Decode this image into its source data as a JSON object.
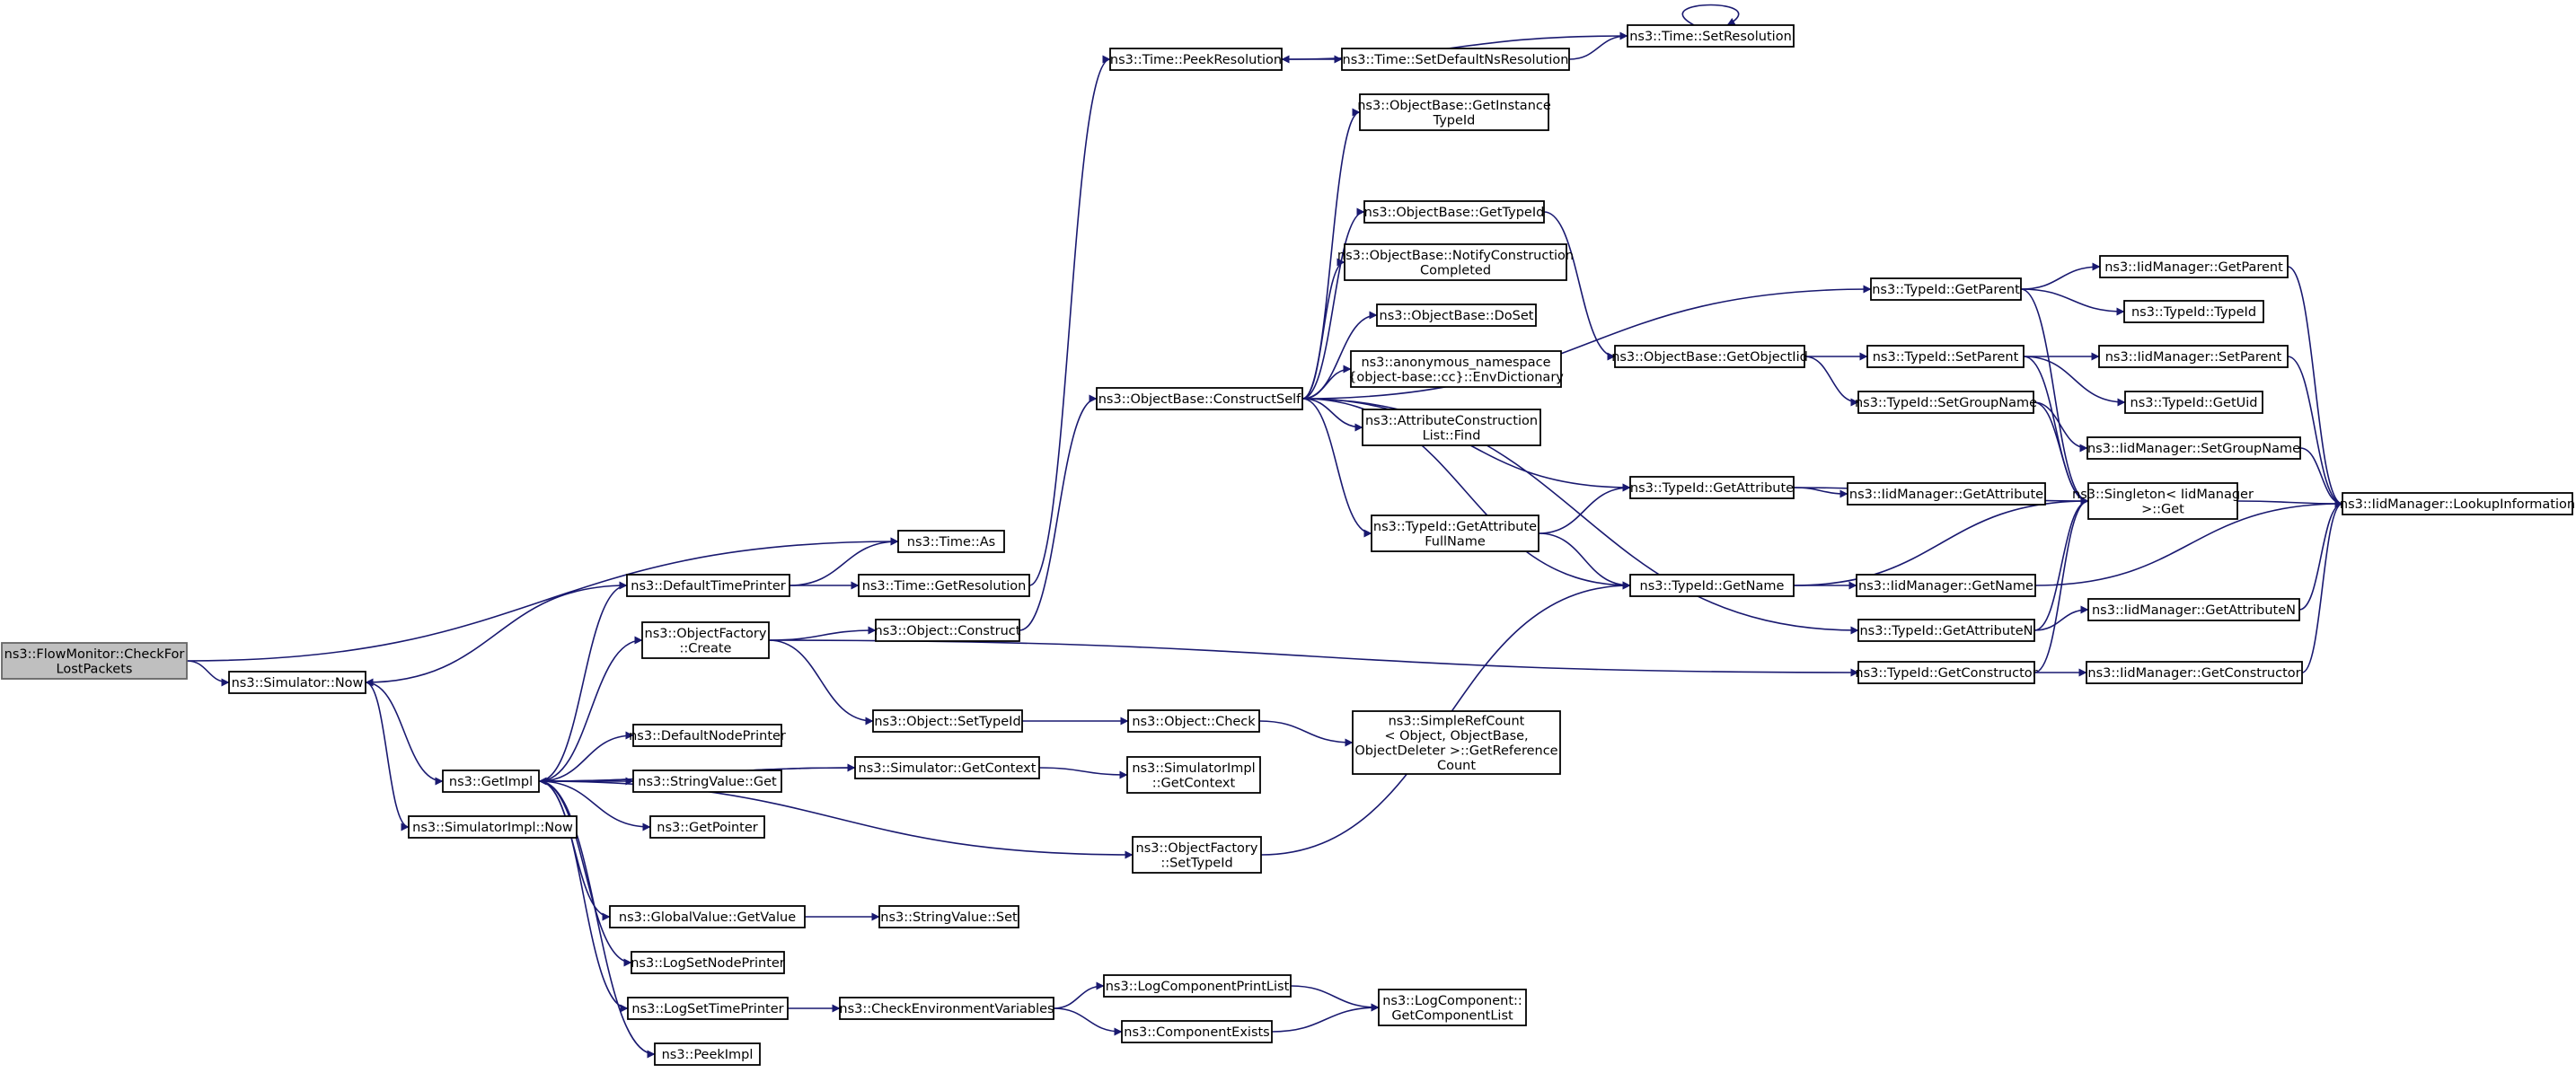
{
  "graph": {
    "nodes": {
      "n0": [
        "ns3::FlowMonitor::CheckFor",
        "LostPackets"
      ],
      "n1": [
        "ns3::Time::As"
      ],
      "n2": [
        "ns3::Simulator::Now"
      ],
      "n3": [
        "ns3::GetImpl"
      ],
      "n4": [
        "ns3::SimulatorImpl::Now"
      ],
      "n5": [
        "ns3::DefaultTimePrinter"
      ],
      "n6": [
        "ns3::Time::GetResolution"
      ],
      "n7": [
        "ns3::Time::PeekResolution"
      ],
      "n8": [
        "ns3::Time::SetDefaultNsResolution"
      ],
      "n9": [
        "ns3::Time::SetResolution"
      ],
      "n10": [
        "ns3::ObjectFactory",
        "::Create"
      ],
      "n11": [
        "ns3::Object::Construct"
      ],
      "n12": [
        "ns3::ObjectBase::ConstructSelf"
      ],
      "n13": [
        "ns3::ObjectBase::GetInstance",
        "TypeId"
      ],
      "n14": [
        "ns3::ObjectBase::GetTypeId"
      ],
      "n15": [
        "ns3::ObjectBase::NotifyConstruction",
        "Completed"
      ],
      "n16": [
        "ns3::ObjectBase::DoSet"
      ],
      "n17": [
        "ns3::anonymous_namespace",
        "{object-base::cc}::EnvDictionary"
      ],
      "n18": [
        "ns3::AttributeConstruction",
        "List::Find"
      ],
      "n19": [
        "ns3::TypeId::GetAttribute",
        "FullName"
      ],
      "n20": [
        "ns3::ObjectBase::GetObjectIid"
      ],
      "n21": [
        "ns3::TypeId::GetParent"
      ],
      "n22": [
        "ns3::TypeId::SetParent"
      ],
      "n23": [
        "ns3::TypeId::SetGroupName"
      ],
      "n24": [
        "ns3::TypeId::GetAttribute"
      ],
      "n25": [
        "ns3::TypeId::GetName"
      ],
      "n26": [
        "ns3::TypeId::GetAttributeN"
      ],
      "n27": [
        "ns3::TypeId::GetConstructor"
      ],
      "n28": [
        "ns3::IidManager::GetParent"
      ],
      "n29": [
        "ns3::TypeId::TypeId"
      ],
      "n30": [
        "ns3::IidManager::SetParent"
      ],
      "n31": [
        "ns3::TypeId::GetUid"
      ],
      "n32": [
        "ns3::IidManager::SetGroupName"
      ],
      "n33": [
        "ns3::Singleton< IidManager",
        ">::Get"
      ],
      "n34": [
        "ns3::IidManager::GetAttribute"
      ],
      "n35": [
        "ns3::IidManager::GetName"
      ],
      "n36": [
        "ns3::IidManager::GetAttributeN"
      ],
      "n37": [
        "ns3::IidManager::GetConstructor"
      ],
      "n38": [
        "ns3::IidManager::LookupInformation"
      ],
      "n39": [
        "ns3::Object::SetTypeId"
      ],
      "n40": [
        "ns3::Object::Check"
      ],
      "n41": [
        "ns3::SimpleRefCount",
        "< Object, ObjectBase,",
        "ObjectDeleter >::GetReference",
        "Count"
      ],
      "n42": [
        "ns3::DefaultNodePrinter"
      ],
      "n43": [
        "ns3::Simulator::GetContext"
      ],
      "n44": [
        "ns3::SimulatorImpl",
        "::GetContext"
      ],
      "n45": [
        "ns3::StringValue::Get"
      ],
      "n46": [
        "ns3::GetPointer"
      ],
      "n47": [
        "ns3::ObjectFactory",
        "::SetTypeId"
      ],
      "n48": [
        "ns3::GlobalValue::GetValue"
      ],
      "n49": [
        "ns3::StringValue::Set"
      ],
      "n50": [
        "ns3::LogSetNodePrinter"
      ],
      "n51": [
        "ns3::LogSetTimePrinter"
      ],
      "n52": [
        "ns3::CheckEnvironmentVariables"
      ],
      "n53": [
        "ns3::LogComponentPrintList"
      ],
      "n54": [
        "ns3::ComponentExists"
      ],
      "n55": [
        "ns3::LogComponent::",
        "GetComponentList"
      ],
      "n56": [
        "ns3::PeekImpl"
      ]
    },
    "edges": [
      [
        "n0",
        "n1"
      ],
      [
        "n0",
        "n2"
      ],
      [
        "n2",
        "n3"
      ],
      [
        "n2",
        "n4"
      ],
      [
        "n3",
        "n5"
      ],
      [
        "n5",
        "n1"
      ],
      [
        "n5",
        "n2"
      ],
      [
        "n5",
        "n6"
      ],
      [
        "n6",
        "n7"
      ],
      [
        "n7",
        "n8"
      ],
      [
        "n8",
        "n9"
      ],
      [
        "n9",
        "n7"
      ],
      [
        "n9",
        "n9"
      ],
      [
        "n3",
        "n10"
      ],
      [
        "n10",
        "n11"
      ],
      [
        "n11",
        "n12"
      ],
      [
        "n12",
        "n13"
      ],
      [
        "n12",
        "n14"
      ],
      [
        "n12",
        "n15"
      ],
      [
        "n12",
        "n16"
      ],
      [
        "n12",
        "n17"
      ],
      [
        "n12",
        "n18"
      ],
      [
        "n12",
        "n19"
      ],
      [
        "n12",
        "n21"
      ],
      [
        "n12",
        "n24"
      ],
      [
        "n12",
        "n25"
      ],
      [
        "n12",
        "n26"
      ],
      [
        "n14",
        "n20"
      ],
      [
        "n20",
        "n22"
      ],
      [
        "n20",
        "n23"
      ],
      [
        "n19",
        "n24"
      ],
      [
        "n19",
        "n25"
      ],
      [
        "n21",
        "n28"
      ],
      [
        "n21",
        "n29"
      ],
      [
        "n21",
        "n33"
      ],
      [
        "n22",
        "n30"
      ],
      [
        "n22",
        "n31"
      ],
      [
        "n22",
        "n33"
      ],
      [
        "n23",
        "n32"
      ],
      [
        "n23",
        "n33"
      ],
      [
        "n24",
        "n33"
      ],
      [
        "n24",
        "n34"
      ],
      [
        "n25",
        "n33"
      ],
      [
        "n25",
        "n35"
      ],
      [
        "n26",
        "n33"
      ],
      [
        "n26",
        "n36"
      ],
      [
        "n27",
        "n33"
      ],
      [
        "n27",
        "n37"
      ],
      [
        "n28",
        "n38"
      ],
      [
        "n30",
        "n38"
      ],
      [
        "n32",
        "n38"
      ],
      [
        "n33",
        "n38"
      ],
      [
        "n35",
        "n38"
      ],
      [
        "n36",
        "n38"
      ],
      [
        "n37",
        "n38"
      ],
      [
        "n10",
        "n27"
      ],
      [
        "n10",
        "n39"
      ],
      [
        "n39",
        "n40"
      ],
      [
        "n40",
        "n41"
      ],
      [
        "n3",
        "n42"
      ],
      [
        "n3",
        "n43"
      ],
      [
        "n43",
        "n3"
      ],
      [
        "n43",
        "n44"
      ],
      [
        "n3",
        "n45"
      ],
      [
        "n3",
        "n46"
      ],
      [
        "n3",
        "n47"
      ],
      [
        "n47",
        "n25"
      ],
      [
        "n3",
        "n48"
      ],
      [
        "n48",
        "n49"
      ],
      [
        "n3",
        "n50"
      ],
      [
        "n3",
        "n51"
      ],
      [
        "n51",
        "n52"
      ],
      [
        "n52",
        "n53"
      ],
      [
        "n52",
        "n54"
      ],
      [
        "n53",
        "n55"
      ],
      [
        "n54",
        "n55"
      ],
      [
        "n3",
        "n56"
      ]
    ]
  }
}
